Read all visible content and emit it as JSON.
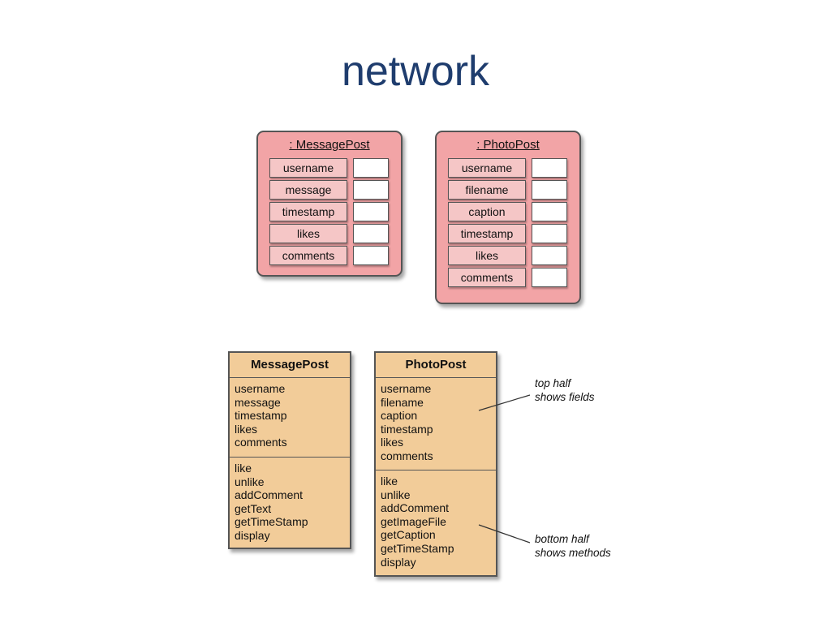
{
  "title": "network",
  "objects": [
    {
      "title": ": MessagePost",
      "fields": [
        "username",
        "message",
        "timestamp",
        "likes",
        "comments"
      ]
    },
    {
      "title": ": PhotoPost",
      "fields": [
        "username",
        "filename",
        "caption",
        "timestamp",
        "likes",
        "comments"
      ]
    }
  ],
  "classes": [
    {
      "name": "MessagePost",
      "fields": [
        "username",
        "message",
        "timestamp",
        "likes",
        "comments"
      ],
      "methods": [
        "like",
        "unlike",
        "addComment",
        "getText",
        "getTimeStamp",
        "display"
      ]
    },
    {
      "name": "PhotoPost",
      "fields": [
        "username",
        "filename",
        "caption",
        "timestamp",
        "likes",
        "comments"
      ],
      "methods": [
        "like",
        "unlike",
        "addComment",
        "getImageFile",
        "getCaption",
        "getTimeStamp",
        "display"
      ]
    }
  ],
  "notes": {
    "top": [
      "top half",
      "shows fields"
    ],
    "bottom": [
      "bottom half",
      "shows methods"
    ]
  }
}
